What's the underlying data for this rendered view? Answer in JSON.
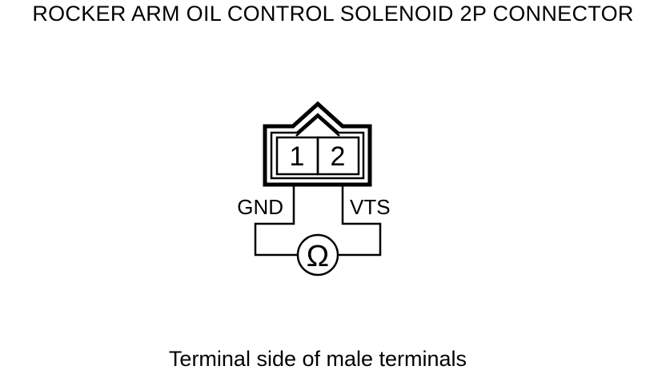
{
  "title": "ROCKER ARM OIL CONTROL SOLENOID 2P CONNECTOR",
  "connector": {
    "pins": [
      {
        "number": "1",
        "label": "GND"
      },
      {
        "number": "2",
        "label": "VTS"
      }
    ]
  },
  "meter_symbol": "Ω",
  "caption": "Terminal side of male terminals"
}
